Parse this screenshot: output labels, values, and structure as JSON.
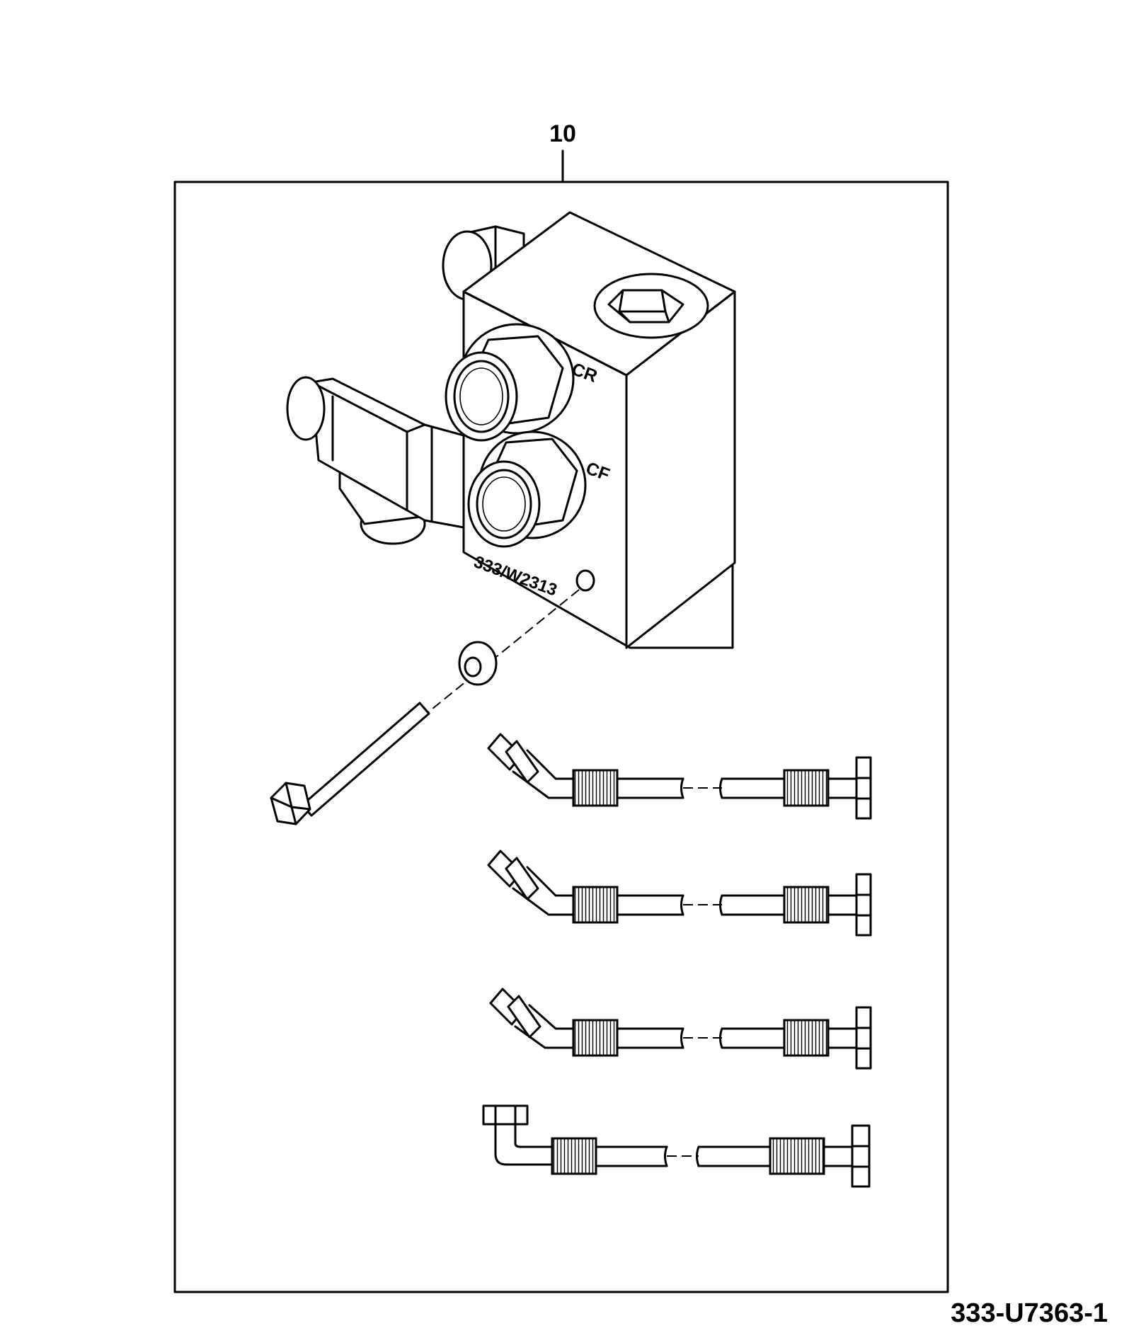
{
  "diagram": {
    "item_callout": "10",
    "port_label_cr": "CR",
    "port_label_cf": "CF",
    "block_marking": "333/W2313",
    "figure_reference": "333-U7363-1"
  }
}
